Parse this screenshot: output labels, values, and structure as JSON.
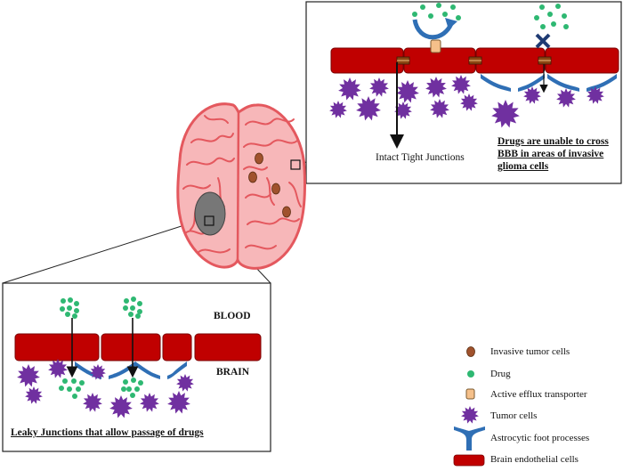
{
  "top_panel": {
    "label_junctions": "Intact Tight Junctions",
    "caption_line1": "Drugs are unable to cross",
    "caption_line2": "BBB in areas of invasive",
    "caption_line3": "glioma cells"
  },
  "bottom_panel": {
    "label_blood": "BLOOD",
    "label_brain": "BRAIN",
    "caption": "Leaky Junctions that allow passage of drugs"
  },
  "legend": [
    {
      "icon": "invasive-tumor-cell-icon",
      "label": "Invasive tumor cells"
    },
    {
      "icon": "drug-dot-icon",
      "label": "Drug"
    },
    {
      "icon": "efflux-transporter-icon",
      "label": "Active efflux transporter"
    },
    {
      "icon": "tumor-cell-icon",
      "label": "Tumor cells"
    },
    {
      "icon": "astrocytic-foot-icon",
      "label": "Astrocytic foot processes"
    },
    {
      "icon": "endothelial-cell-icon",
      "label": "Brain endothelial cells"
    }
  ],
  "colors": {
    "endothelial": "#c00000",
    "endothelial_stroke": "#7a0000",
    "tumor": "#7030a0",
    "drug": "#2eb872",
    "astrocyte": "#2f6fb5",
    "brain_fill": "#f7b7b9",
    "brain_stroke": "#e4585e",
    "invasive_cell": "#a0522d",
    "transporter": "#f5c08a",
    "blocked_x": "#1f3b73"
  }
}
